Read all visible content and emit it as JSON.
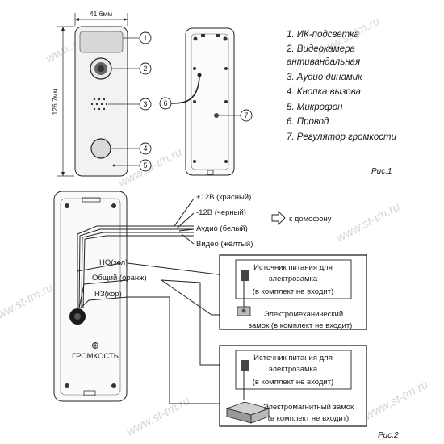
{
  "fig1": {
    "width_label": "41.6мм",
    "height_label": "126.7мм",
    "caption": "Рис.1",
    "legend": [
      "1. ИК-подсветка",
      "2. Видеокамера",
      "антивандальная",
      "3. Аудио динамик",
      "4. Кнопка вызова",
      "5. Микрофон",
      "6. Провод",
      "7. Регулятор громкости"
    ],
    "front_markers": [
      "1",
      "2",
      "3",
      "4",
      "5"
    ],
    "back_markers": [
      "6",
      "7"
    ]
  },
  "fig2": {
    "caption": "Рис.2",
    "wires": [
      "+12В (красный)",
      "-12В (черный)",
      "Аудио (белый)",
      "Видео (жёлтый)"
    ],
    "intercom_label": "к домофону",
    "relay_no": "НО(зел)",
    "relay_common": "Общий (оранж)",
    "relay_nc": "НЗ(кор)",
    "volume_label": "ГРОМКОСТЬ",
    "box1": {
      "supply": [
        "Источник питания для",
        "электрозамка",
        "(в комплект не входит)"
      ],
      "lock": [
        "Электромеханический",
        "замок (в комплект не входит)"
      ]
    },
    "box2": {
      "supply": [
        "Источник питания для",
        "электрозамка",
        "(в комплект не входит)"
      ],
      "lock": [
        "Электромагнитный замок",
        "(в комплект не входит)"
      ]
    }
  },
  "watermark": "www.st-tm.ru"
}
